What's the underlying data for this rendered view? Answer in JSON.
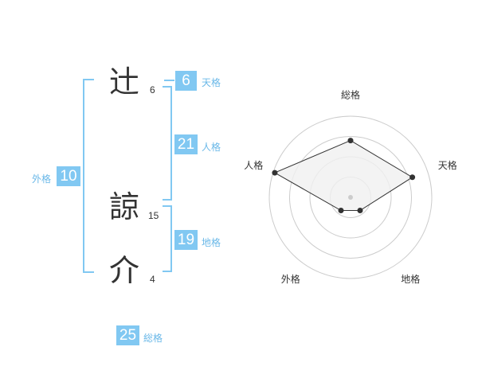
{
  "name": {
    "chars": [
      {
        "char": "辻",
        "strokes": "6"
      },
      {
        "char": "諒",
        "strokes": "15"
      },
      {
        "char": "介",
        "strokes": "4"
      }
    ]
  },
  "fortune": {
    "tenkaku": {
      "label": "天格",
      "value": "6"
    },
    "jinkaku": {
      "label": "人格",
      "value": "21"
    },
    "chikaku": {
      "label": "地格",
      "value": "19"
    },
    "gaikaku": {
      "label": "外格",
      "value": "10"
    },
    "soukaku": {
      "label": "総格",
      "value": "25"
    }
  },
  "chart_data": {
    "type": "radar",
    "axes": [
      "総格",
      "天格",
      "地格",
      "外格",
      "人格"
    ],
    "values": [
      0.7,
      0.8,
      0.2,
      0.2,
      0.98
    ],
    "max": 1,
    "rings": 4,
    "colors": {
      "fill": "#f0f0f0",
      "line": "#333333",
      "grid": "#cccccc"
    }
  },
  "colors": {
    "accent": "#81c8f2",
    "accent_text": "#6ab8e8"
  }
}
